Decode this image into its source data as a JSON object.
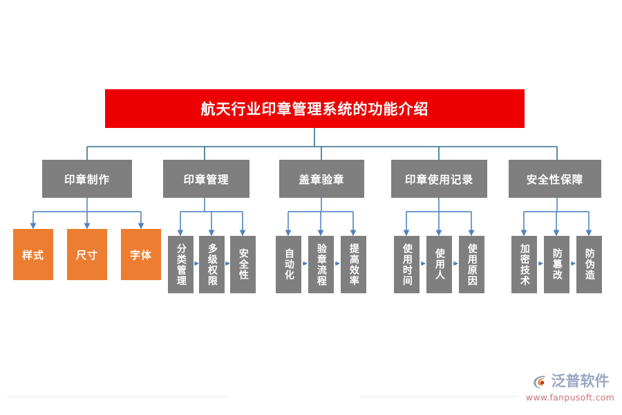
{
  "diagram": {
    "type": "hierarchy-tree",
    "title": {
      "label": "航天行业印章管理系统的功能介绍",
      "bg_color": "#ef0000",
      "text_color": "#ffffff"
    },
    "colors": {
      "title_red": "#ef0000",
      "branch_gray": "#7f7f7f",
      "leaf_orange": "#ed7d31",
      "leaf_gray": "#7f7f7f",
      "connector_teal": "#2e6e8e",
      "connector_blue": "#5b8bc4",
      "page_bg": "#ffffff"
    },
    "branches": [
      {
        "label": "印章制作",
        "leaf_style": "orange",
        "chained": false,
        "leaves": [
          "样式",
          "尺寸",
          "字体"
        ]
      },
      {
        "label": "印章管理",
        "leaf_style": "gray",
        "chained": true,
        "leaves": [
          "分类管理",
          "多级权限",
          "安全性"
        ]
      },
      {
        "label": "盖章验章",
        "leaf_style": "gray",
        "chained": true,
        "leaves": [
          "自动化",
          "验章流程",
          "提高效率"
        ]
      },
      {
        "label": "印章使用记录",
        "leaf_style": "gray",
        "chained": true,
        "leaves": [
          "使用时间",
          "使用人",
          "使用原因"
        ]
      },
      {
        "label": "安全性保障",
        "leaf_style": "gray",
        "chained": true,
        "leaves": [
          "加密技术",
          "防篡改",
          "防伪造"
        ]
      }
    ]
  },
  "watermark": {
    "brand_name": "泛普软件",
    "url": "www.fanpusoft.com",
    "mark_icon": "fanpu-swirl-icon"
  }
}
